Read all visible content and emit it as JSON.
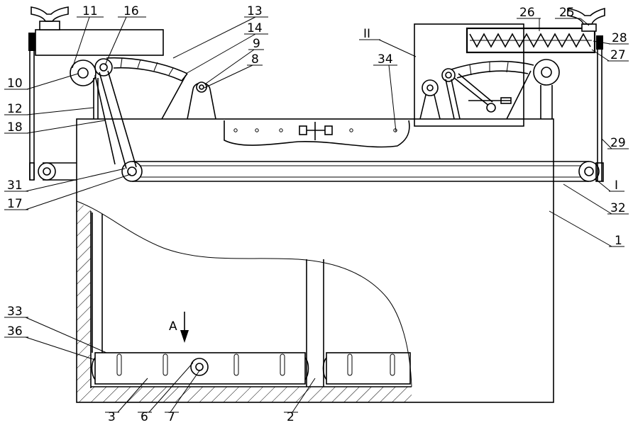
{
  "figure": {
    "section_marker": {
      "label": "A"
    },
    "detail_labels": {
      "detail_one": "I",
      "detail_two": "II"
    },
    "reference_numerals": {
      "n1": "1",
      "n2": "2",
      "n3": "3",
      "n6": "6",
      "n7": "7",
      "n8": "8",
      "n9": "9",
      "n10": "10",
      "n11": "11",
      "n12": "12",
      "n13": "13",
      "n14": "14",
      "n16": "16",
      "n17": "17",
      "n18": "18",
      "n25": "25",
      "n26": "26",
      "n27": "27",
      "n28": "28",
      "n29": "29",
      "n31": "31",
      "n32": "32",
      "n33": "33",
      "n34": "34",
      "n36": "36"
    }
  }
}
